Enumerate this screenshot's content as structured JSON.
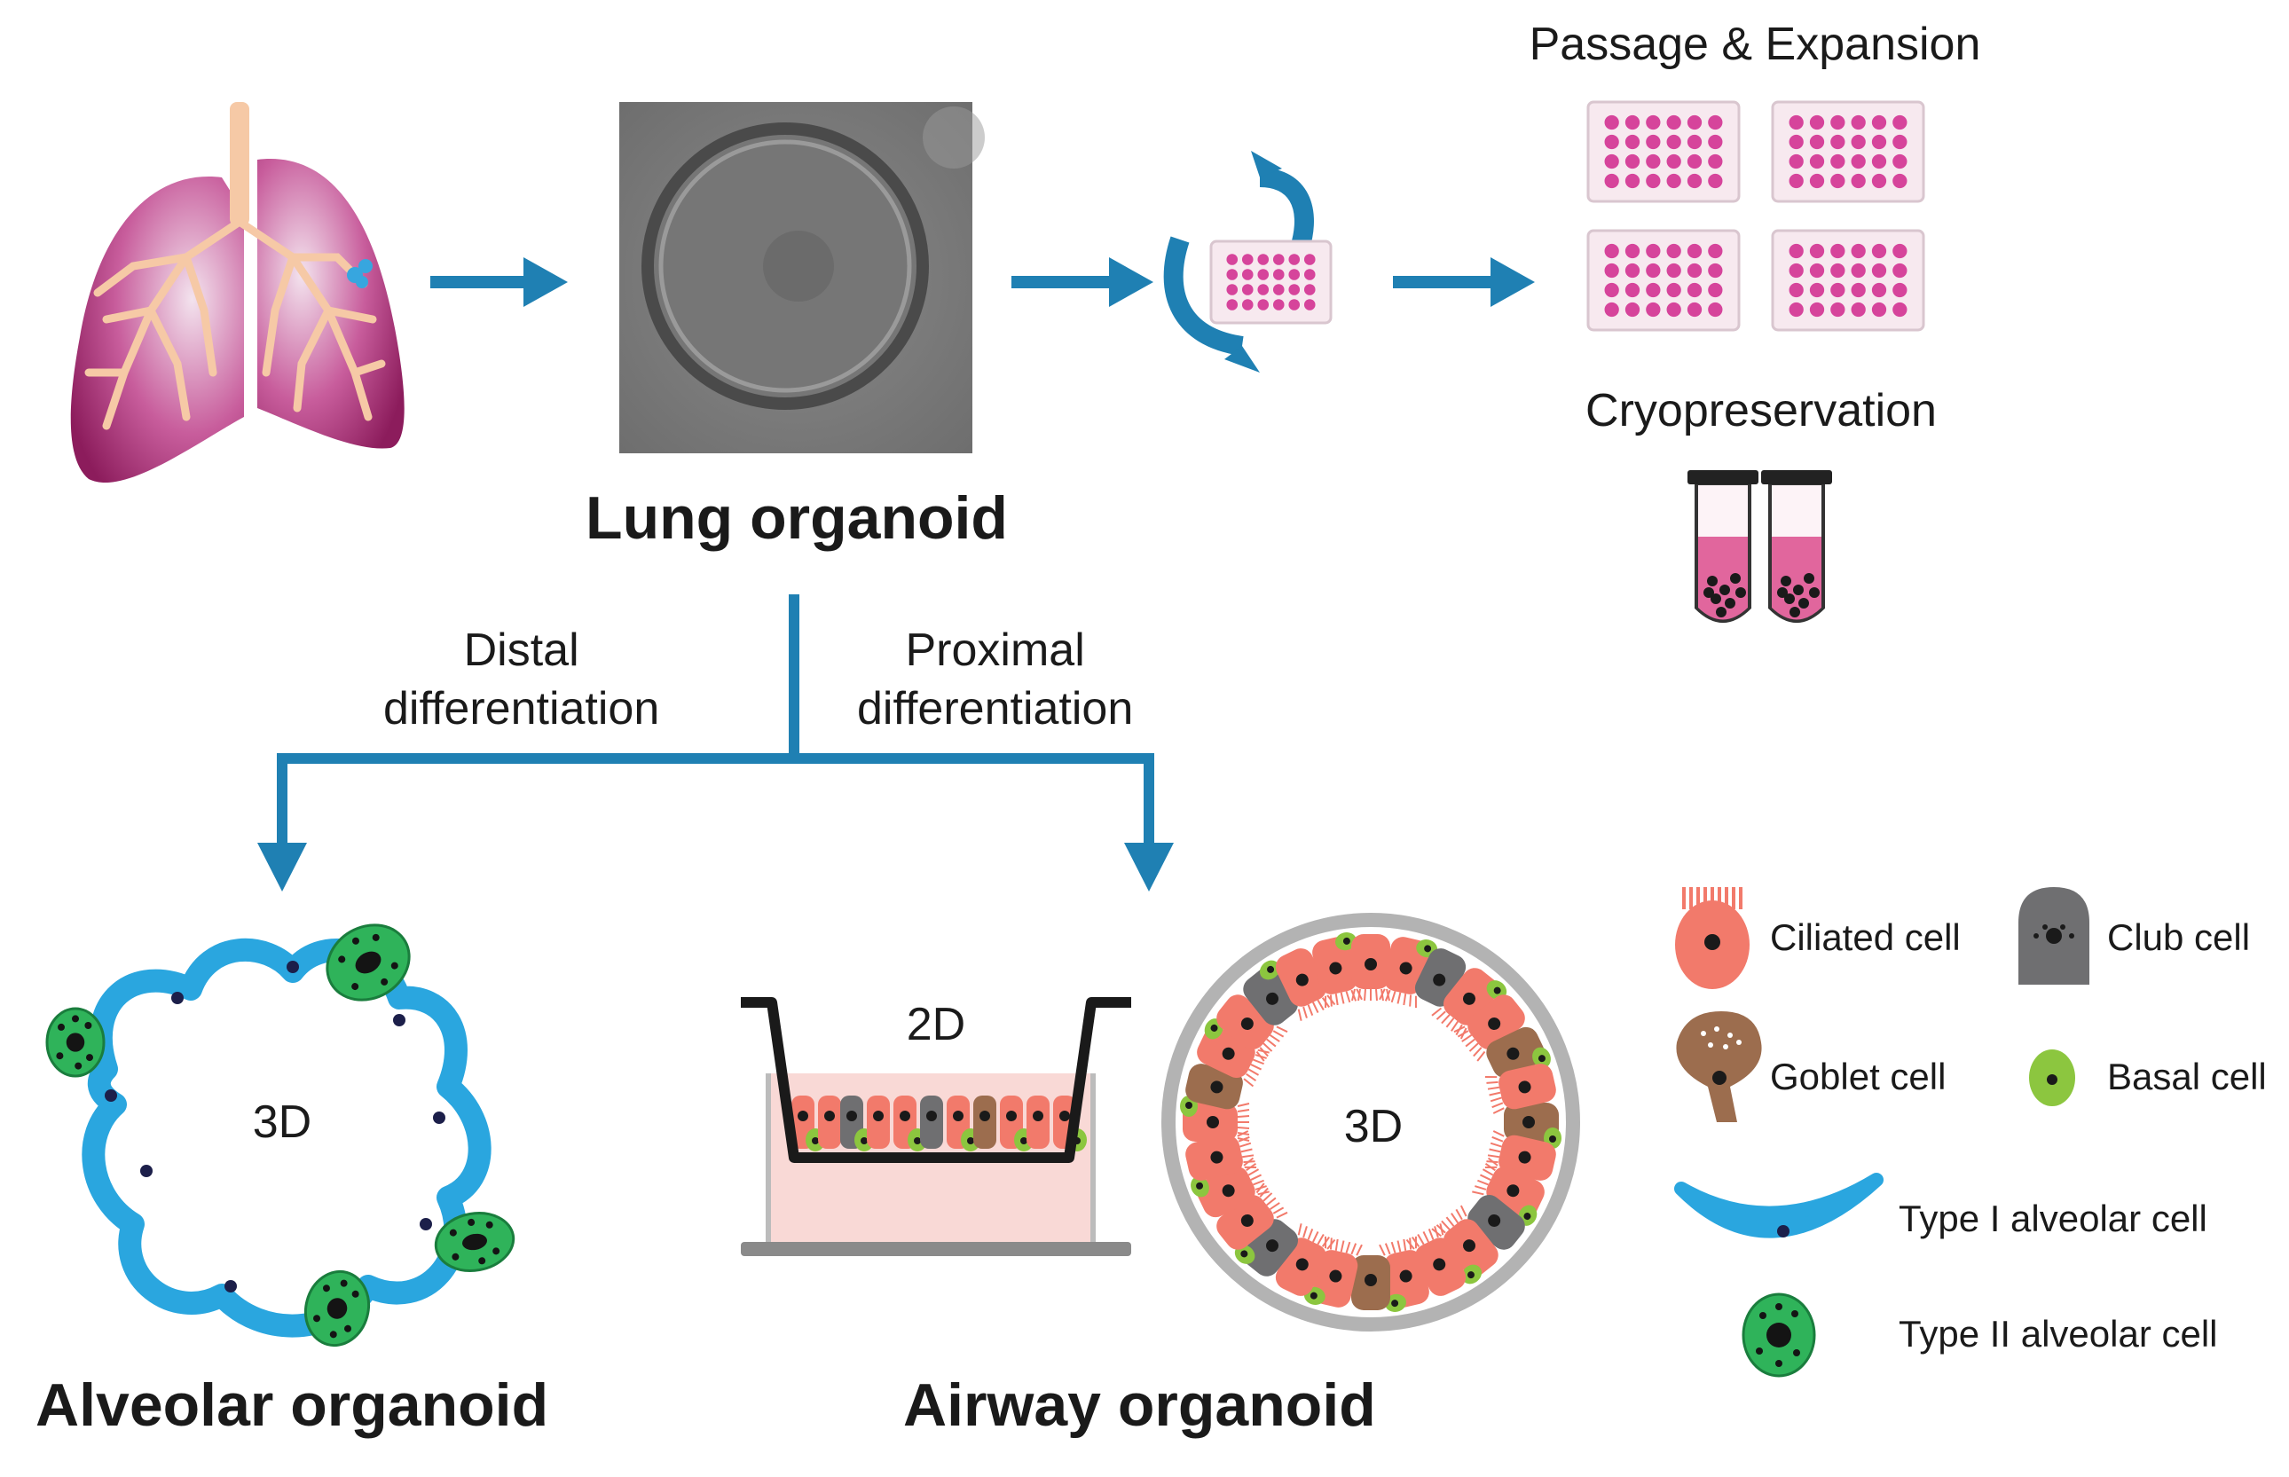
{
  "labels": {
    "lung_organoid": "Lung organoid",
    "passage_expansion": "Passage & Expansion",
    "cryopreservation": "Cryopreservation",
    "distal": "Distal\ndifferentiation",
    "proximal": "Proximal\ndifferentiation",
    "alveolar_organoid": "Alveolar organoid",
    "airway_organoid": "Airway organoid",
    "alveolar_3d": "3D",
    "transwell_2d": "2D",
    "airway_3d": "3D"
  },
  "legend": [
    {
      "id": "ciliated",
      "label": "Ciliated cell",
      "color": "#f27a6b"
    },
    {
      "id": "club",
      "label": "Club cell",
      "color": "#6f6f71"
    },
    {
      "id": "goblet",
      "label": "Goblet cell",
      "color": "#9c6d4e"
    },
    {
      "id": "basal",
      "label": "Basal cell",
      "color": "#8cc63f"
    },
    {
      "id": "type1",
      "label": "Type I alveolar cell",
      "color": "#2aa6df"
    },
    {
      "id": "type2",
      "label": "Type II alveolar cell",
      "color": "#2fb35a"
    }
  ],
  "colors": {
    "arrow": "#1f80b3",
    "lung": "#a3286f",
    "well": "#d6449b",
    "medium": "#f9d9d6",
    "ring": "#b3b3b3"
  }
}
